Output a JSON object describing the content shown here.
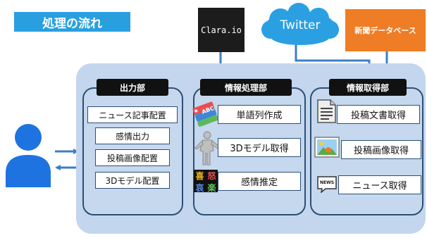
{
  "title": "処理の流れ",
  "sources": {
    "clara": "Clara.io",
    "twitter": "Twitter",
    "news_db": "新聞データベース"
  },
  "groups": {
    "output": {
      "title": "出力部",
      "items": [
        "ニュース記事配置",
        "感情出力",
        "投稿画像配置",
        "3Dモデル配置"
      ]
    },
    "process": {
      "title": "情報処理部",
      "items": [
        "単語列作成",
        "3Dモデル取得",
        "感情推定"
      ]
    },
    "acquire": {
      "title": "情報取得部",
      "items": [
        "投稿文書取得",
        "投稿画像取得",
        "ニュース取得"
      ]
    }
  },
  "icons": {
    "abc_tags": "ABC",
    "emotion_glyphs": [
      "喜",
      "怒",
      "哀",
      "楽"
    ],
    "news": "NEWS"
  },
  "colors": {
    "title_bg": "#2a9fe0",
    "panel_bg": "#c3d6ed",
    "group_border": "#2c4f77",
    "arrow": "#3c7fc4",
    "news_db_bg": "#ef7d25",
    "clara_bg": "#1c1c1c",
    "cloud": "#2aa0e2",
    "user": "#1e73e0"
  }
}
